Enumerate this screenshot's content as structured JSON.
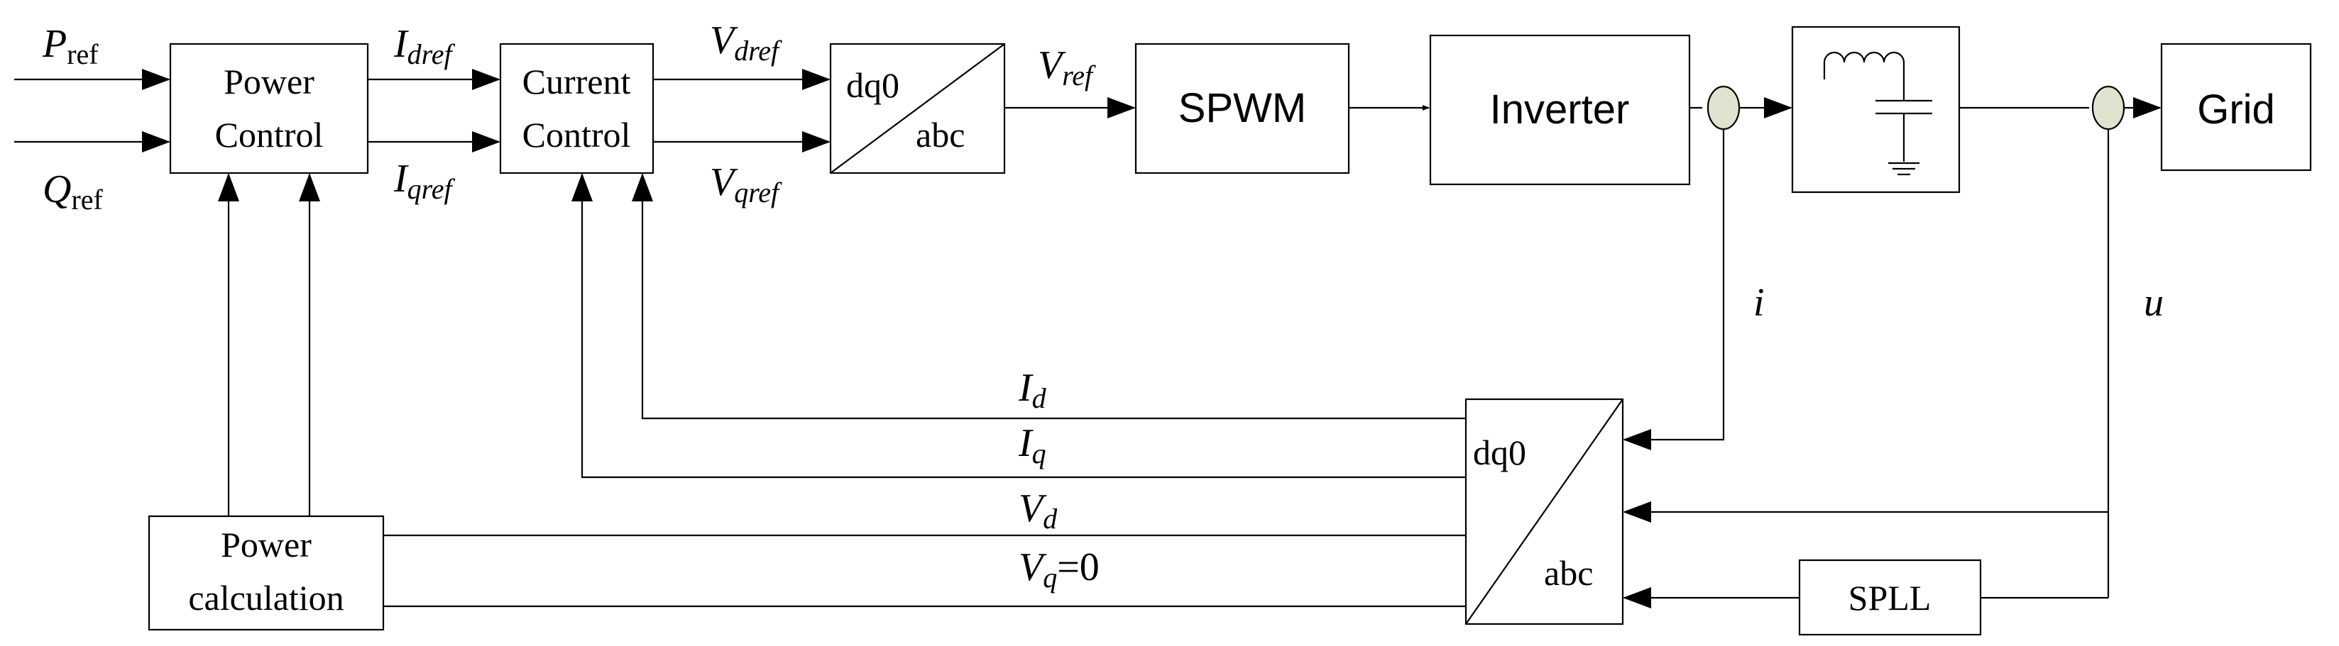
{
  "blocks": {
    "power_control": [
      "Power",
      "Control"
    ],
    "current_control": [
      "Current",
      "Control"
    ],
    "dq0abc_top": {
      "top": "dq0",
      "bottom": "abc"
    },
    "spwm": "SPWM",
    "inverter": "Inverter",
    "grid": "Grid",
    "power_calc": [
      "Power",
      "calculation"
    ],
    "dq0abc_bottom": {
      "top": "dq0",
      "bottom": "abc"
    },
    "spll": "SPLL"
  },
  "signals": {
    "p_ref": {
      "main": "P",
      "sub": "ref"
    },
    "q_ref": {
      "main": "Q",
      "sub": "ref"
    },
    "i_dref": {
      "main": "I",
      "sub": "dref"
    },
    "i_qref": {
      "main": "I",
      "sub": "qref"
    },
    "v_dref": {
      "main": "V",
      "sub": "dref"
    },
    "v_qref": {
      "main": "V",
      "sub": "qref"
    },
    "v_ref": {
      "main": "V",
      "sub": "ref"
    },
    "i": "i",
    "u": "u",
    "i_d": {
      "main": "I",
      "sub": "d"
    },
    "i_q": {
      "main": "I",
      "sub": "q"
    },
    "v_d": {
      "main": "V",
      "sub": "d"
    },
    "v_q": {
      "main": "V",
      "sub": "q",
      "suffix": "=0"
    }
  },
  "colors": {
    "line": "#000000",
    "sensor_fill": "#dfe3cf"
  }
}
